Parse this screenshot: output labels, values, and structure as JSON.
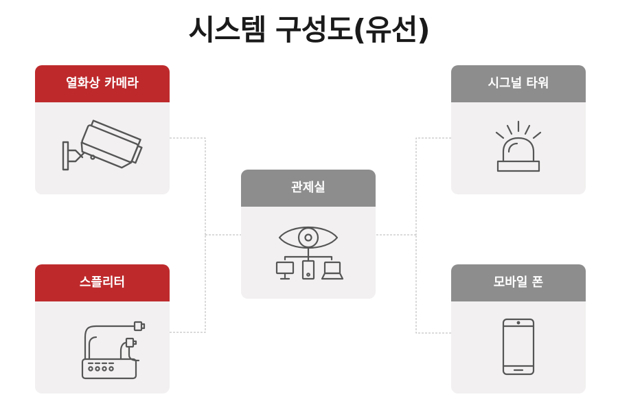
{
  "title": "시스템 구성도(유선)",
  "colors": {
    "accent_red": "#be2a2c",
    "header_gray": "#8d8d8d",
    "card_bg": "#f2f0f0",
    "icon_stroke": "#555555",
    "connector": "#b5b5b5"
  },
  "nodes": {
    "thermal_camera": {
      "label": "열화상 카메라",
      "icon": "cctv-camera-icon"
    },
    "splitter": {
      "label": "스플리터",
      "icon": "splitter-icon"
    },
    "control_room": {
      "label": "관제실",
      "icon": "eye-network-icon"
    },
    "signal_tower": {
      "label": "시그널 타워",
      "icon": "signal-tower-icon"
    },
    "mobile_phone": {
      "label": "모바일 폰",
      "icon": "mobile-phone-icon"
    }
  }
}
